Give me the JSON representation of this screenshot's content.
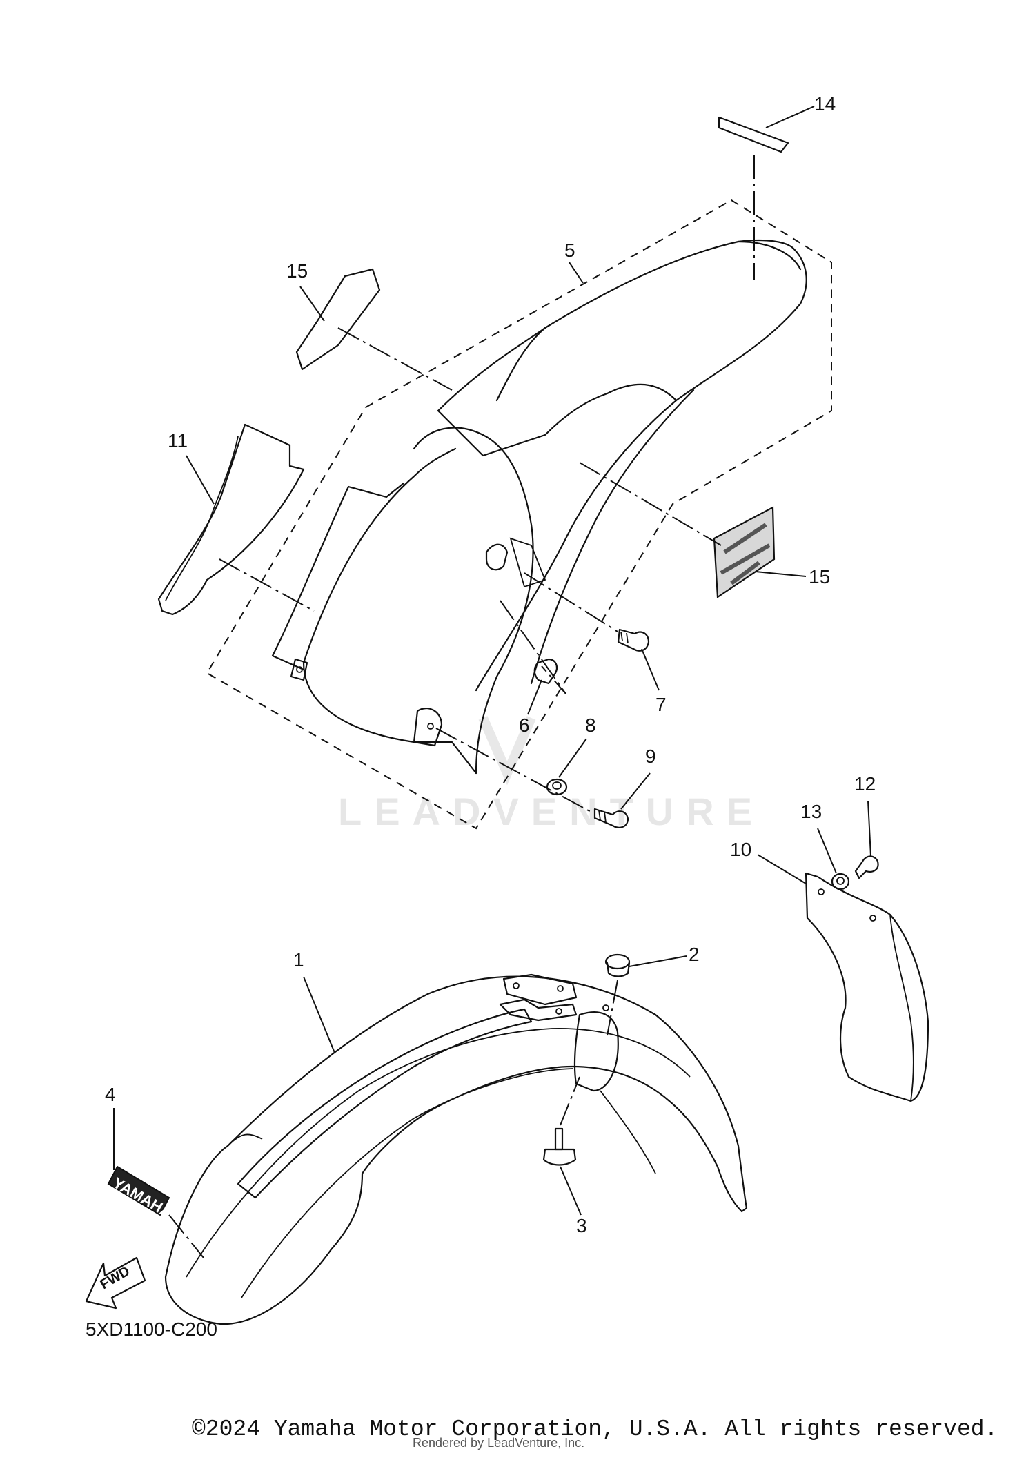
{
  "callouts": {
    "c1": "1",
    "c2": "2",
    "c3": "3",
    "c4": "4",
    "c5": "5",
    "c6": "6",
    "c7": "7",
    "c8": "8",
    "c9": "9",
    "c10": "10",
    "c11": "11",
    "c12": "12",
    "c13": "13",
    "c14": "14",
    "c15a": "15",
    "c15b": "15"
  },
  "diagram_code": "5XD1100-C200",
  "decal_logo": "YAMAHA",
  "fwd_label": "FWD",
  "watermark": "LEADVENTURE",
  "copyright": "©2024 Yamaha Motor Corporation, U.S.A. All rights reserved.",
  "rendered_by": "Rendered by LeadVenture, Inc."
}
